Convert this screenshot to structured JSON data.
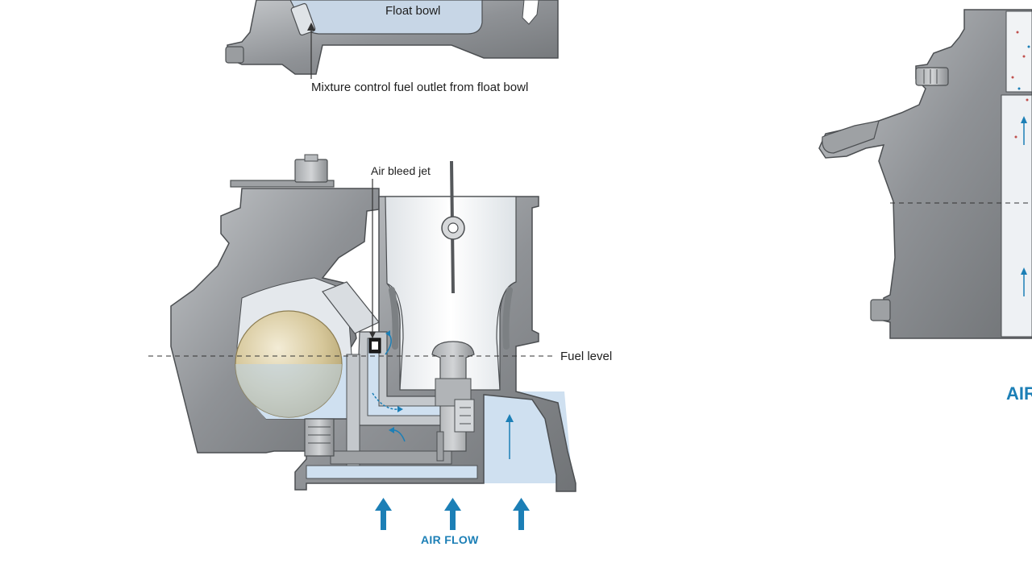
{
  "labels": {
    "float_bowl": "Float bowl",
    "mixture_outlet": "Mixture control fuel outlet from float bowl",
    "air_bleed_jet": "Air bleed jet",
    "fuel_level": "Fuel level",
    "air_flow": "AIR FLOW",
    "right_air_flow_partial": "AIR"
  },
  "colors": {
    "housing": "#8a8d90",
    "housing_dark": "#55585b",
    "fuel": "#cfe0f0",
    "throat": "#eef1f4",
    "float": "#c9b98a",
    "arrow": "#1c7fb6",
    "leader": "#333333"
  },
  "icons": {
    "flow_arrow": "up-arrow-icon",
    "throttle_pivot": "throttle-shaft-icon"
  }
}
